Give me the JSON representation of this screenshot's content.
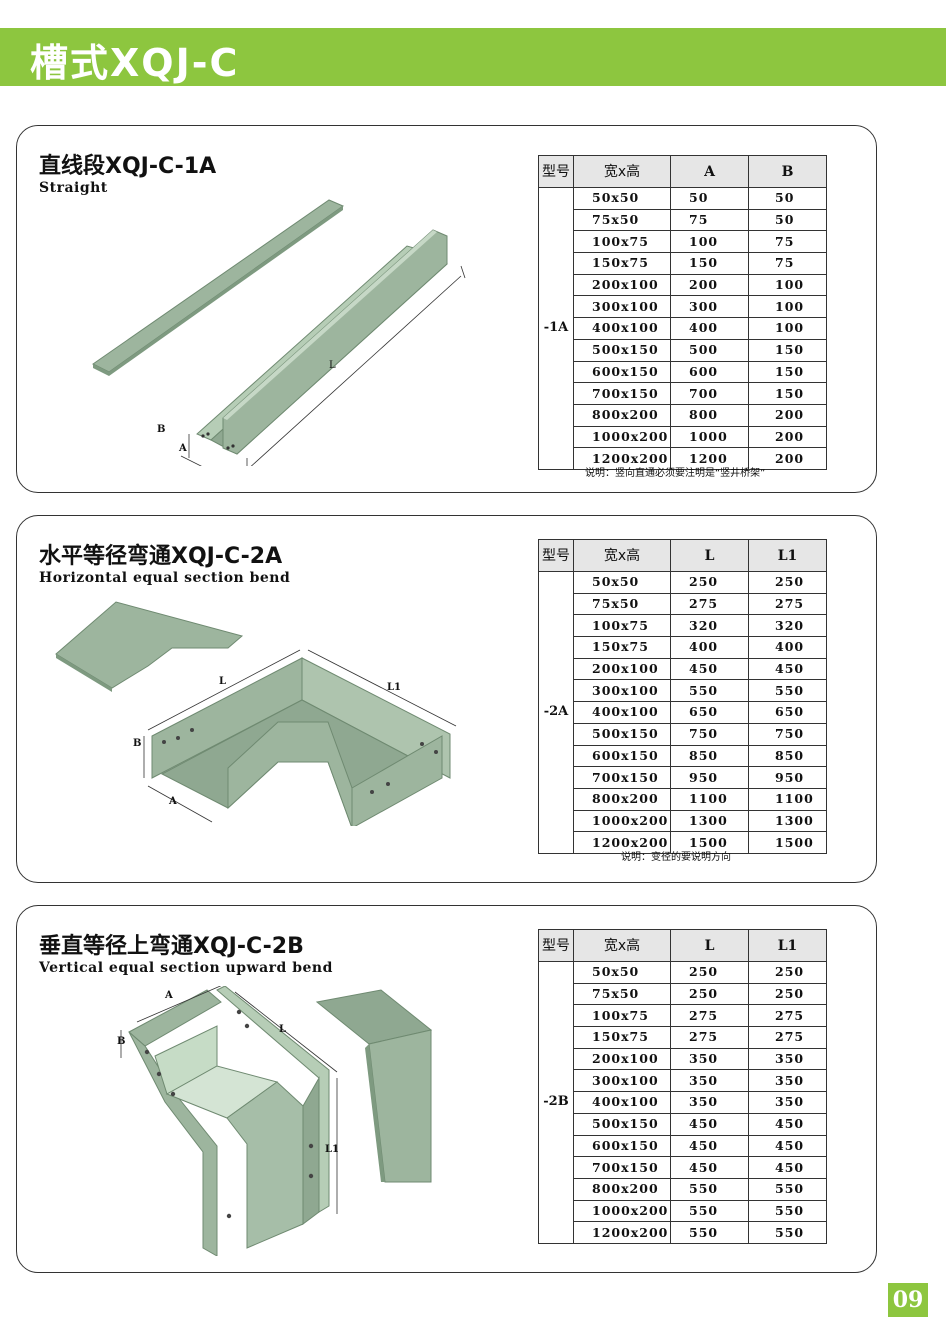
{
  "header": {
    "title": "槽式XQJ-C"
  },
  "page_number": "09",
  "sections": [
    {
      "title": "直线段XQJ-C-1A",
      "subtitle": "Straight",
      "model": "-1A",
      "headers": [
        "型号",
        "宽x高",
        "A",
        "B"
      ],
      "rows": [
        [
          "50x50",
          "50",
          "50"
        ],
        [
          "75x50",
          "75",
          "50"
        ],
        [
          "100x75",
          "100",
          "75"
        ],
        [
          "150x75",
          "150",
          "75"
        ],
        [
          "200x100",
          "200",
          "100"
        ],
        [
          "300x100",
          "300",
          "100"
        ],
        [
          "400x100",
          "400",
          "100"
        ],
        [
          "500x150",
          "500",
          "150"
        ],
        [
          "600x150",
          "600",
          "150"
        ],
        [
          "700x150",
          "700",
          "150"
        ],
        [
          "800x200",
          "800",
          "200"
        ],
        [
          "1000x200",
          "1000",
          "200"
        ],
        [
          "1200x200",
          "1200",
          "200"
        ]
      ],
      "note": "说明：竖向直通必须要注明是“竖井桥架”",
      "labels": {
        "b": "B",
        "a": "A",
        "l": "L"
      }
    },
    {
      "title": "水平等径弯通XQJ-C-2A",
      "subtitle": "Horizontal equal section bend",
      "model": "-2A",
      "headers": [
        "型号",
        "宽x高",
        "L",
        "L1"
      ],
      "rows": [
        [
          "50x50",
          "250",
          "250"
        ],
        [
          "75x50",
          "275",
          "275"
        ],
        [
          "100x75",
          "320",
          "320"
        ],
        [
          "150x75",
          "400",
          "400"
        ],
        [
          "200x100",
          "450",
          "450"
        ],
        [
          "300x100",
          "550",
          "550"
        ],
        [
          "400x100",
          "650",
          "650"
        ],
        [
          "500x150",
          "750",
          "750"
        ],
        [
          "600x150",
          "850",
          "850"
        ],
        [
          "700x150",
          "950",
          "950"
        ],
        [
          "800x200",
          "1100",
          "1100"
        ],
        [
          "1000x200",
          "1300",
          "1300"
        ],
        [
          "1200x200",
          "1500",
          "1500"
        ]
      ],
      "note": "说明：变径的要说明方向",
      "labels": {
        "b": "B",
        "a": "A",
        "l": "L",
        "l1": "L1"
      }
    },
    {
      "title": "垂直等径上弯通XQJ-C-2B",
      "subtitle": "Vertical equal section upward bend",
      "model": "-2B",
      "headers": [
        "型号",
        "宽x高",
        "L",
        "L1"
      ],
      "rows": [
        [
          "50x50",
          "250",
          "250"
        ],
        [
          "75x50",
          "250",
          "250"
        ],
        [
          "100x75",
          "275",
          "275"
        ],
        [
          "150x75",
          "275",
          "275"
        ],
        [
          "200x100",
          "350",
          "350"
        ],
        [
          "300x100",
          "350",
          "350"
        ],
        [
          "400x100",
          "350",
          "350"
        ],
        [
          "500x150",
          "450",
          "450"
        ],
        [
          "600x150",
          "450",
          "450"
        ],
        [
          "700x150",
          "450",
          "450"
        ],
        [
          "800x200",
          "550",
          "550"
        ],
        [
          "1000x200",
          "550",
          "550"
        ],
        [
          "1200x200",
          "550",
          "550"
        ]
      ],
      "labels": {
        "b": "B",
        "a": "A",
        "l": "L",
        "l1": "L1"
      }
    }
  ],
  "colors": {
    "brand": "#8dc63f",
    "tray": "#9db59e",
    "tray_dark": "#7e9a80",
    "tray_light": "#b6cdb6"
  }
}
